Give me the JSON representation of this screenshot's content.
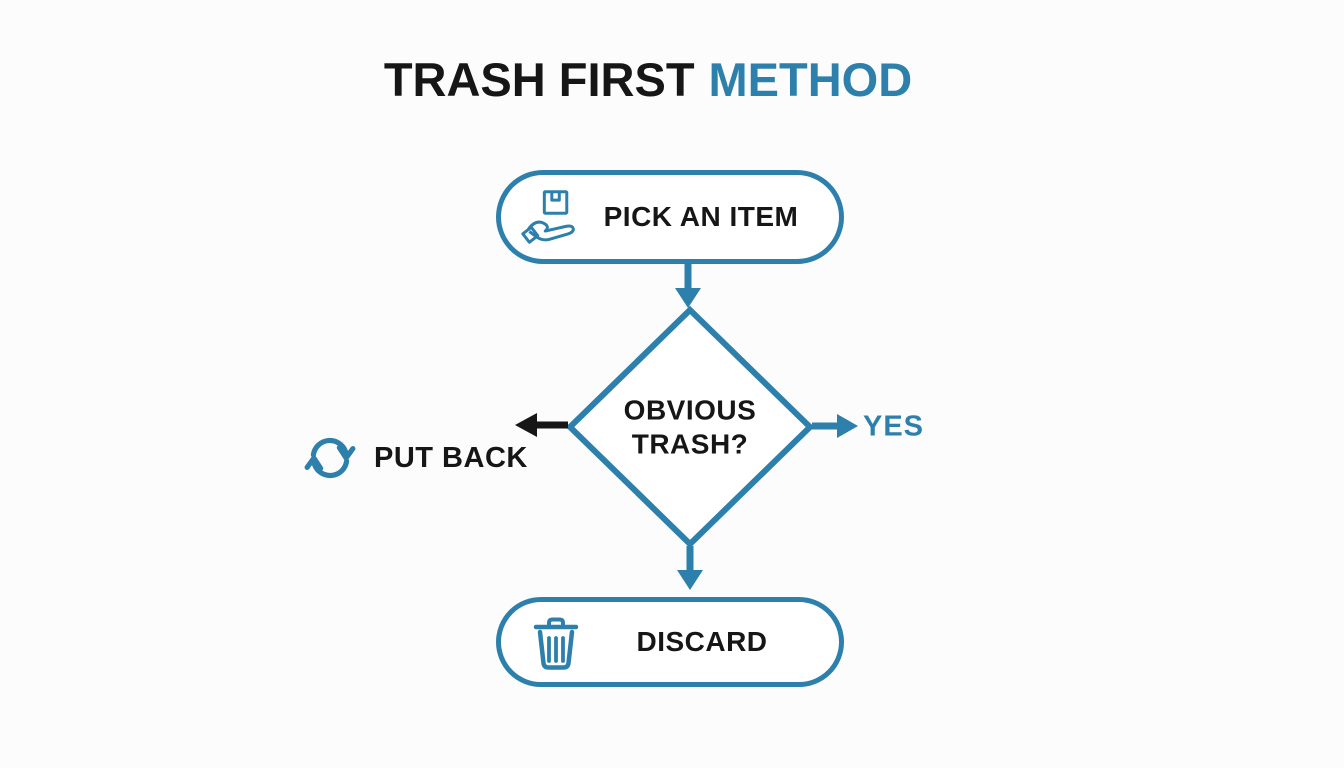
{
  "colors": {
    "accent_blue": "#2d80ab",
    "text_black": "#161616",
    "background": "#fcfcfc"
  },
  "title": {
    "part1": "TRASH FIRST",
    "part2": "METHOD"
  },
  "flowchart": {
    "start": {
      "label": "PICK AN ITEM",
      "icon": "hand-holding-box-icon"
    },
    "decision": {
      "line1": "OBVIOUS",
      "line2": "TRASH?",
      "shape": "diamond"
    },
    "no_branch": {
      "label": "PUT BACK",
      "icon": "refresh-cycle-icon",
      "arrow_color": "#161616",
      "direction": "left"
    },
    "yes_branch": {
      "label": "YES",
      "arrow_color": "#2d80ab",
      "direction": "right"
    },
    "end": {
      "label": "DISCARD",
      "icon": "trash-can-icon"
    }
  }
}
